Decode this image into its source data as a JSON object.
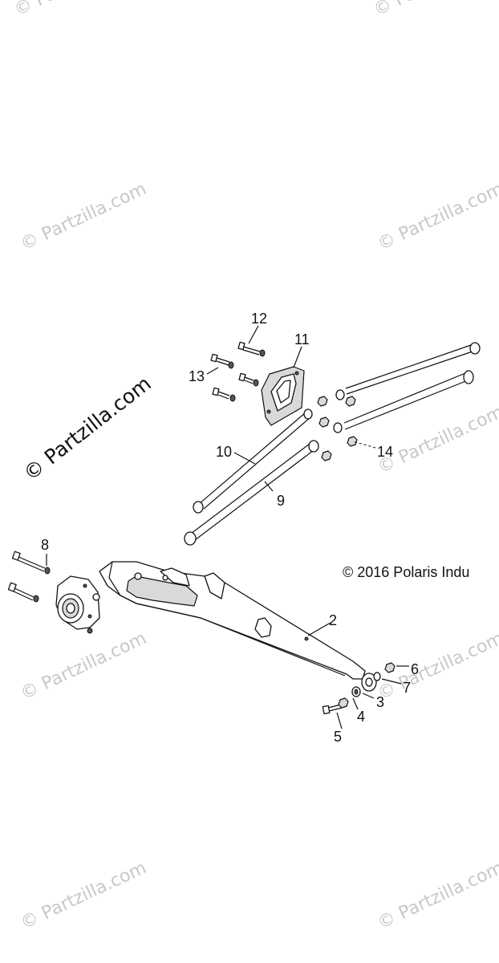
{
  "watermark": {
    "text": "© Partzilla.com",
    "feature_text": "© Partzilla.com"
  },
  "copyright": "© 2016 Polaris Indu",
  "callouts": [
    "2",
    "3",
    "4",
    "5",
    "6",
    "7",
    "8",
    "9",
    "10",
    "11",
    "12",
    "13",
    "14"
  ],
  "colors": {
    "line": "#111111",
    "watermark": "#c8c8c8",
    "shade": "#d9d9d9"
  }
}
